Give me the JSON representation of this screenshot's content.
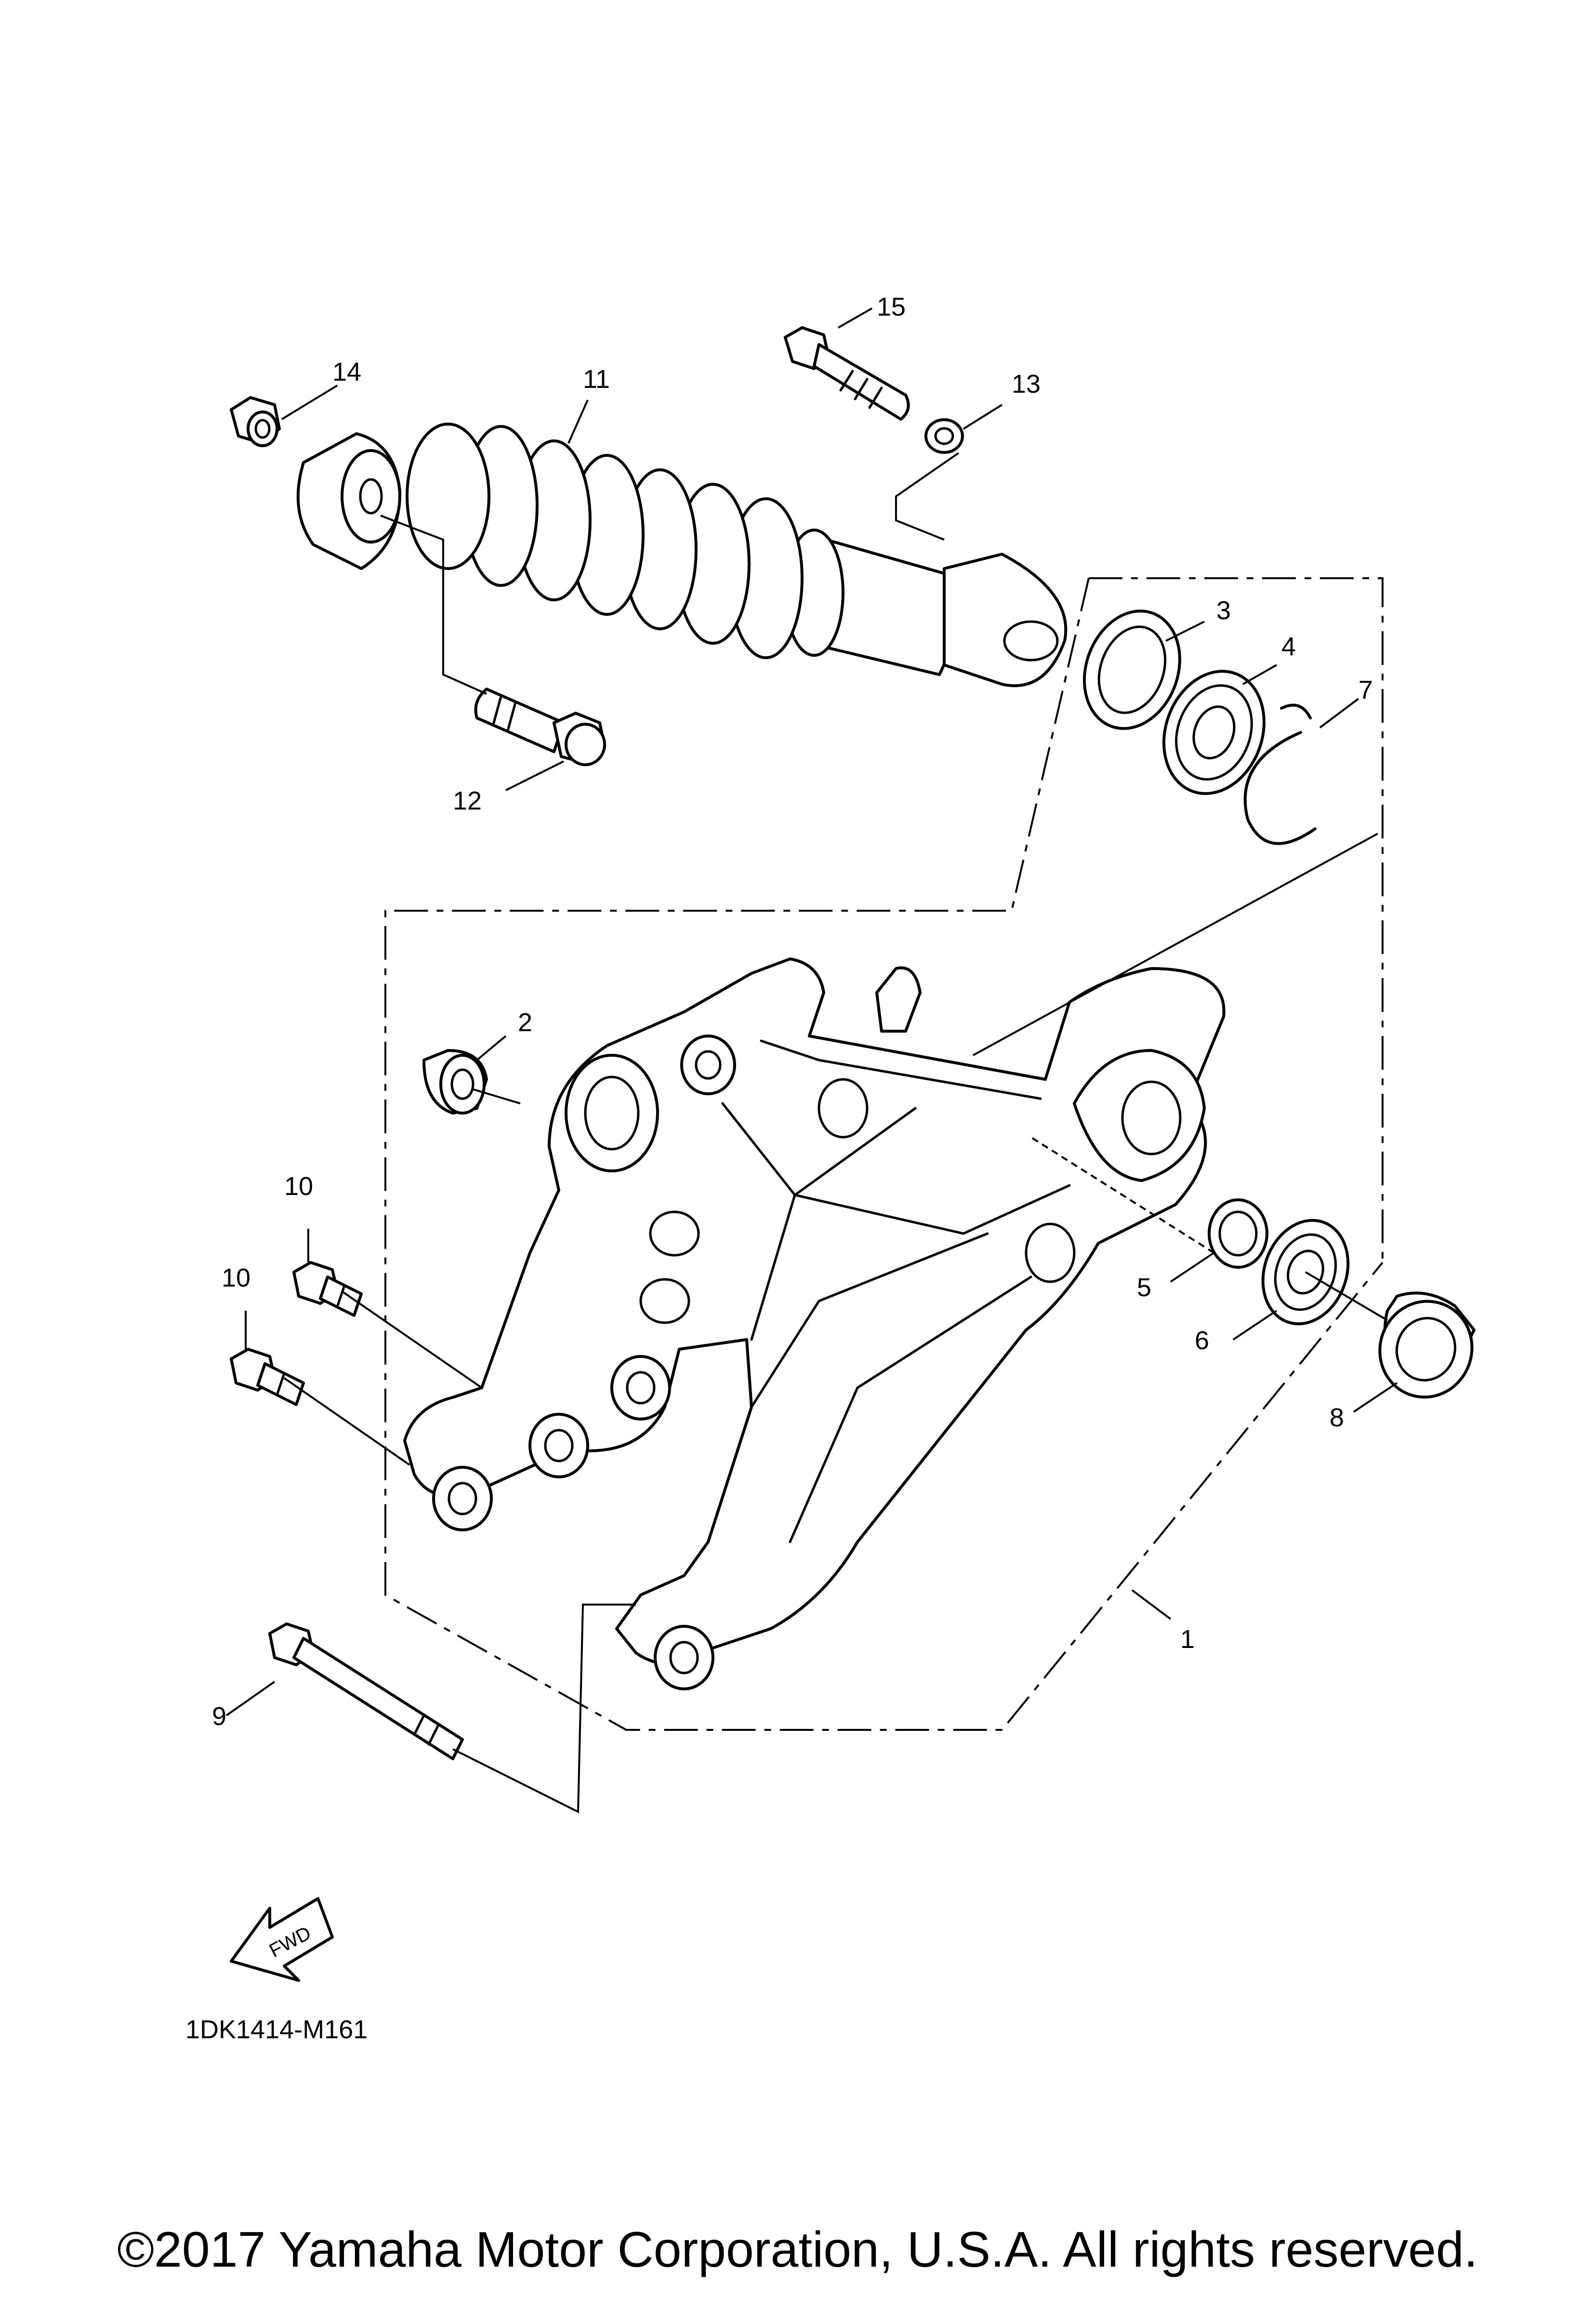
{
  "diagram_code": "1DK1414-M161",
  "fwd_label": "FWD",
  "copyright": "©2017 Yamaha Motor Corporation, U.S.A. All rights reserved.",
  "callouts": {
    "c1": "1",
    "c2": "2",
    "c3": "3",
    "c4": "4",
    "c5": "5",
    "c6": "6",
    "c7": "7",
    "c8": "8",
    "c9": "9",
    "c10a": "10",
    "c10b": "10",
    "c11": "11",
    "c12": "12",
    "c13": "13",
    "c14": "14",
    "c15": "15"
  }
}
